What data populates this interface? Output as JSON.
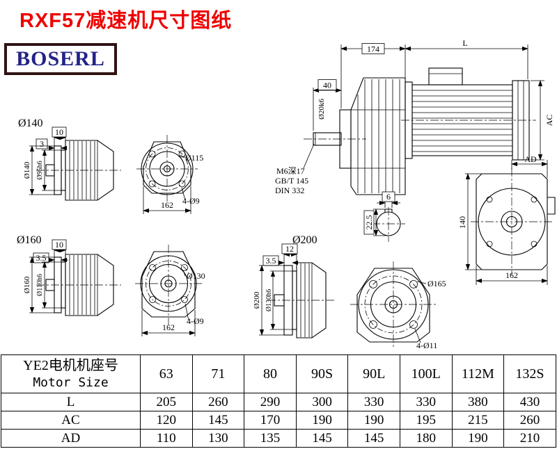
{
  "page": {
    "title": "RXF57减速机尺寸图纸",
    "logo": "BOSERL"
  },
  "colors": {
    "title_red": "#ee0000",
    "logo_blue": "#232388",
    "logo_border": "#301313",
    "line_black": "#000000"
  },
  "drawing": {
    "flange140": {
      "title": "Ø140",
      "dim_a": "10",
      "dim_b": "3",
      "outer_dia": "Ø140",
      "spigot_dia": "Ø95h6",
      "bolt_circle": "Ø115",
      "holes": "4-Ø9",
      "width": "162"
    },
    "flange160": {
      "title": "Ø160",
      "dim_a": "10",
      "dim_b": "3.5",
      "outer_dia": "Ø160",
      "spigot_dia": "Ø110h6",
      "bolt_circle": "Ø130",
      "holes": "4-Ø9",
      "width": "162"
    },
    "flange200": {
      "title": "Ø200",
      "dim_a": "12",
      "dim_b": "3.5",
      "outer_dia": "Ø200",
      "spigot_dia": "Ø130h6",
      "bolt_circle": "Ø165",
      "holes": "4-Ø11"
    },
    "main_view": {
      "gear_length": "174",
      "motor_length": "L",
      "shaft_length": "40",
      "shaft_dia": "Ø20k6",
      "motor_height": "AC",
      "tapped_hole": "M6深17",
      "standard_1": "GB/T 145",
      "standard_2": "DIN 332"
    },
    "shaft_section": {
      "key_width": "6",
      "key_height": "22.5"
    },
    "rear_view": {
      "dim_ad": "AD",
      "height": "140",
      "width": "162"
    }
  },
  "table": {
    "header": {
      "line1": "YE2电机机座号",
      "line2": "Motor Size"
    },
    "columns": [
      "63",
      "71",
      "80",
      "90S",
      "90L",
      "100L",
      "112M",
      "132S"
    ],
    "rows": [
      {
        "label": "L",
        "values": [
          "205",
          "260",
          "290",
          "300",
          "330",
          "330",
          "380",
          "430"
        ]
      },
      {
        "label": "AC",
        "values": [
          "120",
          "145",
          "170",
          "190",
          "190",
          "195",
          "215",
          "260"
        ]
      },
      {
        "label": "AD",
        "values": [
          "110",
          "130",
          "135",
          "145",
          "145",
          "180",
          "190",
          "210"
        ]
      }
    ]
  }
}
